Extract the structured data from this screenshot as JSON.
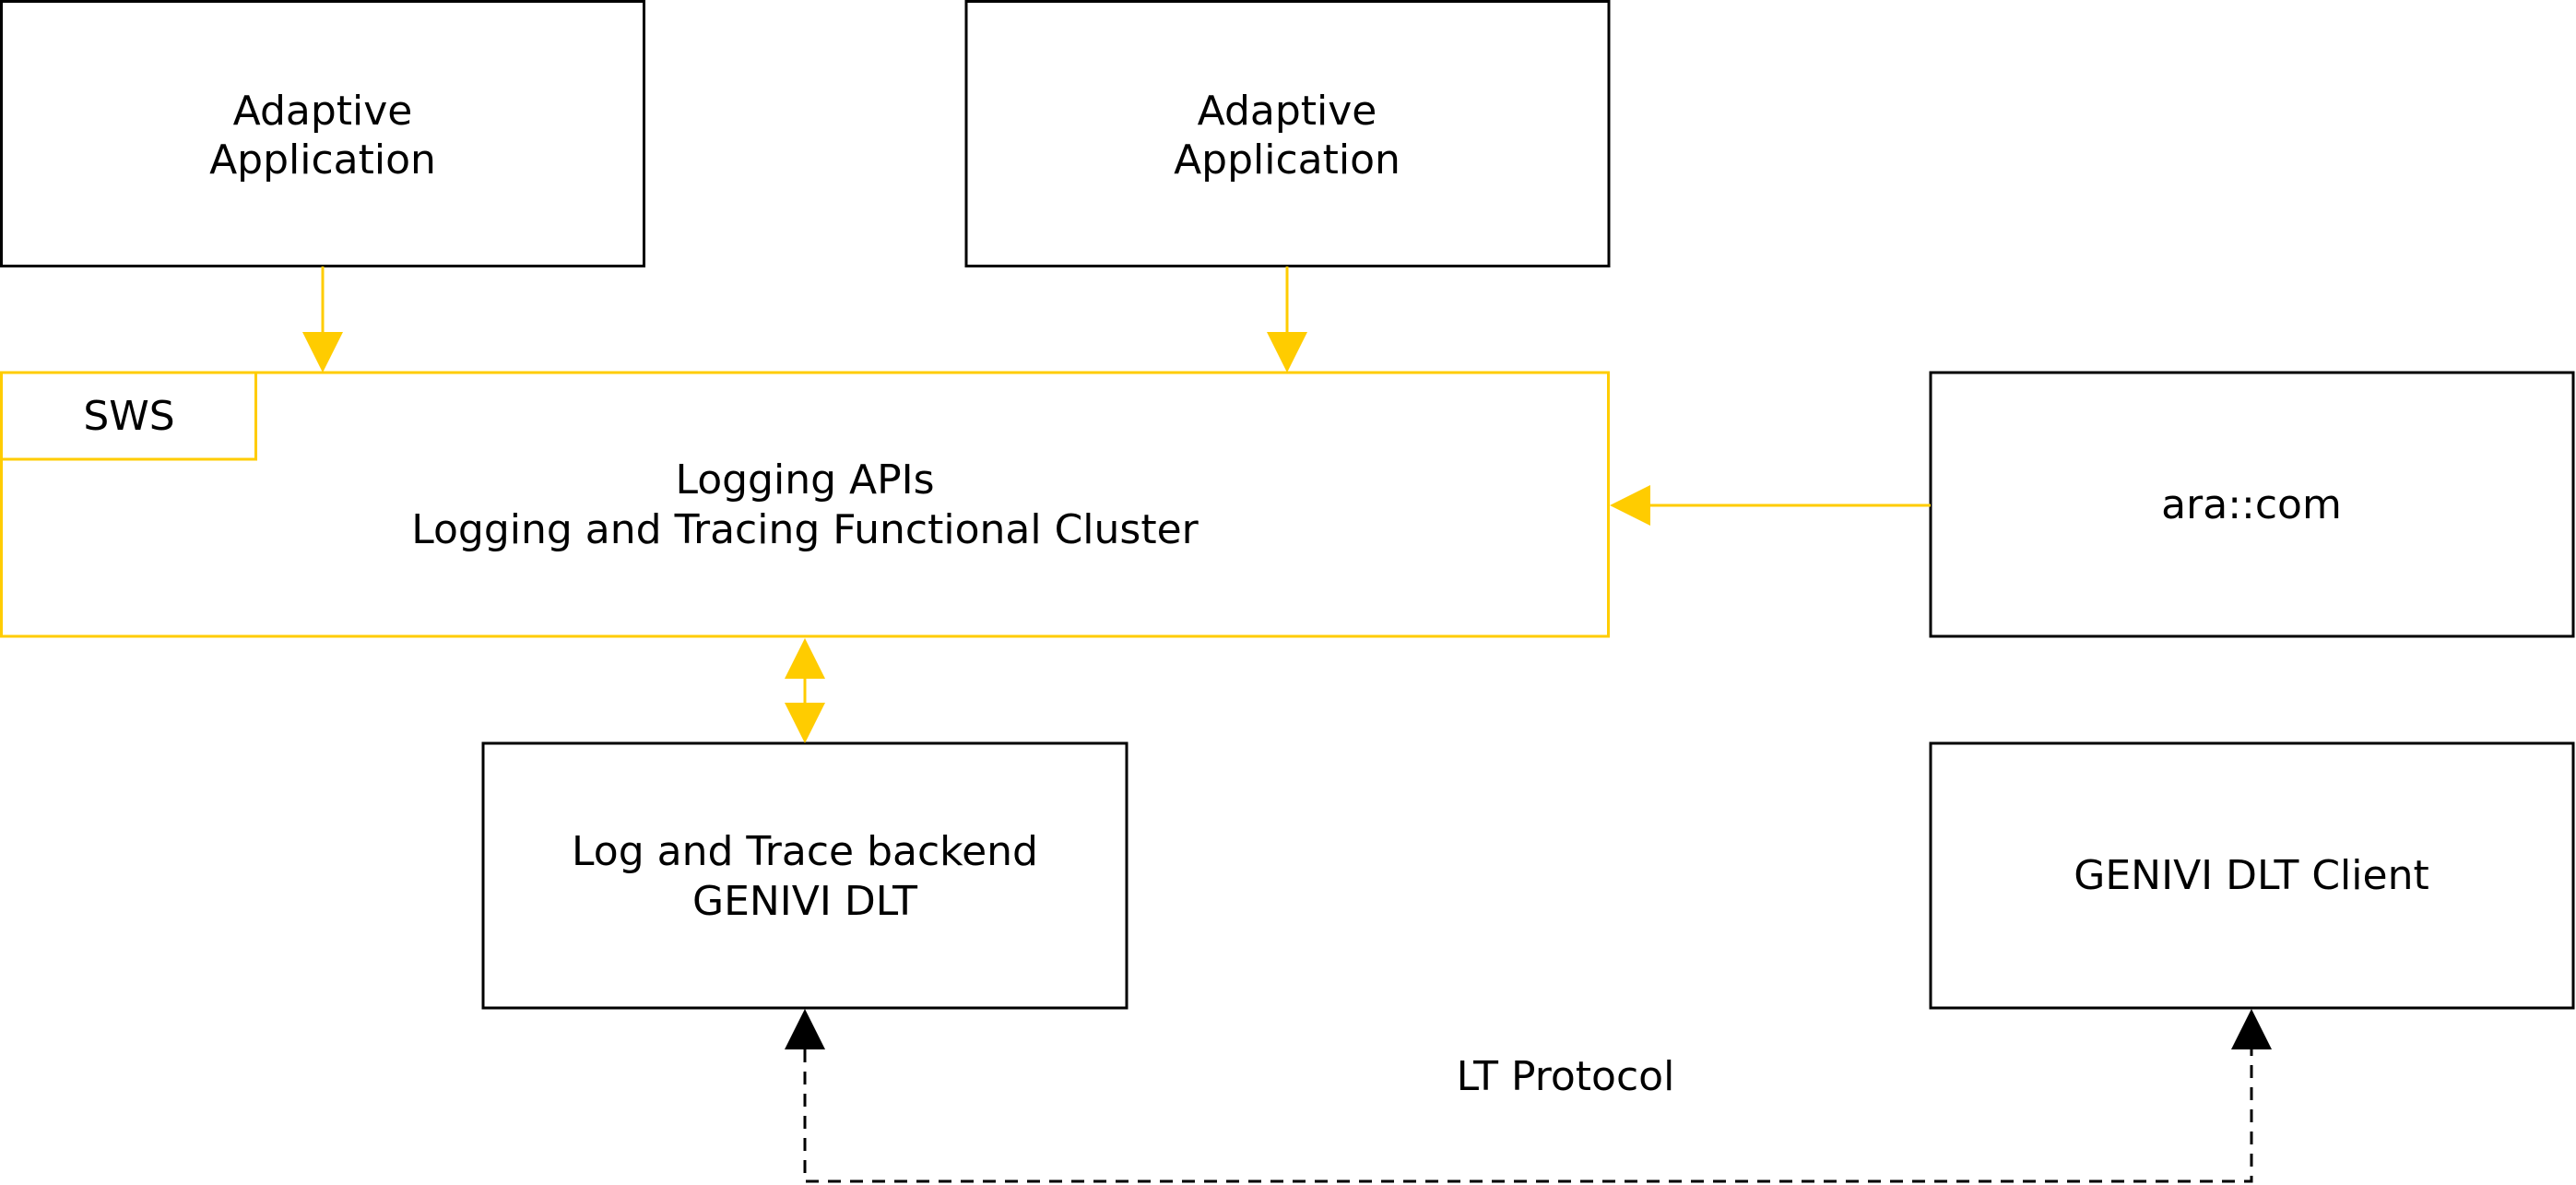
{
  "colors": {
    "accent": "#FFCC00",
    "line": "#000000",
    "background": "#FFFFFF"
  },
  "boxes": {
    "app1": {
      "line1": "Adaptive",
      "line2": "Application"
    },
    "app2": {
      "line1": "Adaptive",
      "line2": "Application"
    },
    "logging": {
      "line1": "Logging APIs",
      "line2": "Logging and Tracing Functional Cluster"
    },
    "sws_tab": {
      "label": "SWS"
    },
    "aracom": {
      "label": "ara::com"
    },
    "backend": {
      "line1": "Log and Trace backend",
      "line2": "GENIVI DLT"
    },
    "client": {
      "label": "GENIVI DLT Client"
    }
  },
  "connections": {
    "protocol_label": "LT Protocol"
  }
}
